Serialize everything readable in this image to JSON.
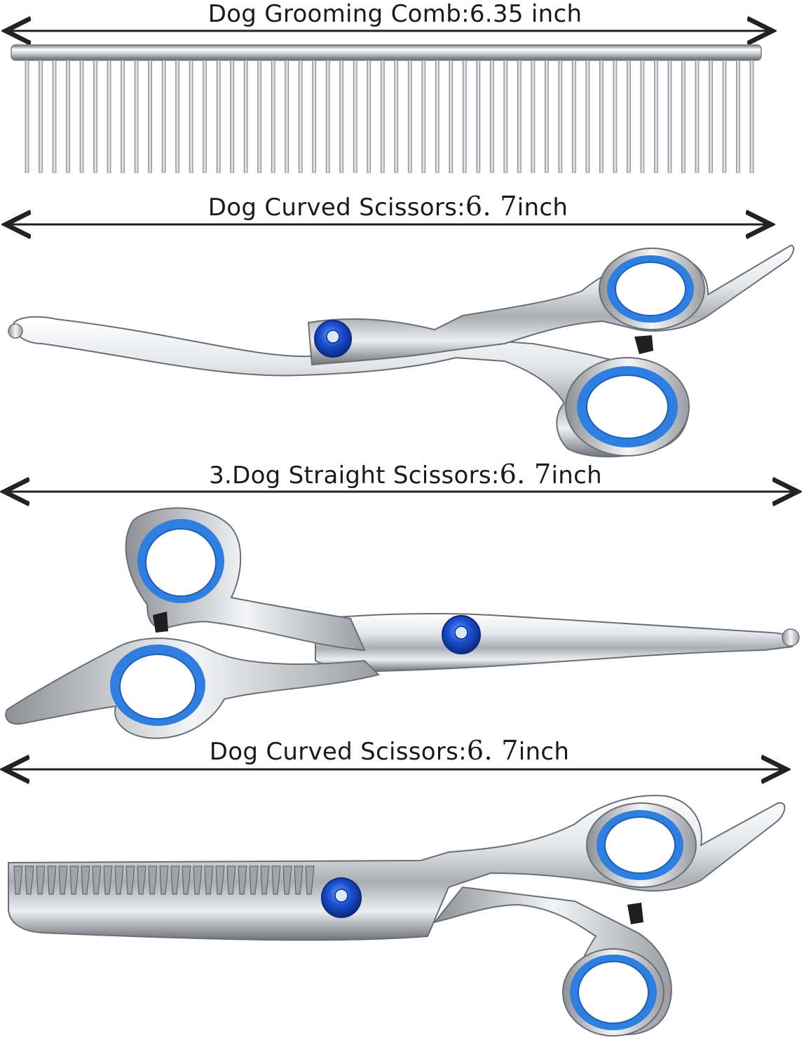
{
  "labels": {
    "comb": {
      "text": "Dog Grooming Comb:6.35 inch"
    },
    "curved_scissors_1": {
      "prefix": "Dog Curved Scissors:",
      "number": "6. 7",
      "unit": "inch"
    },
    "straight_scissors": {
      "prefix": "3.Dog Straight Scissors:",
      "number": "6. 7",
      "unit": "inch"
    },
    "curved_scissors_2": {
      "prefix": "Dog Curved Scissors:",
      "number": "6. 7",
      "unit": "inch"
    }
  },
  "colors": {
    "steel_light": "#f2f3f5",
    "steel_mid": "#b9bcc2",
    "steel_dark": "#5a5d63",
    "ring_blue": "#2f7fe0",
    "screw_blue": "#1a4fd0",
    "arrow": "#222222"
  },
  "icons": {
    "comb": "grooming-comb-icon",
    "curved_scissors": "curved-scissors-icon",
    "straight_scissors": "straight-scissors-icon",
    "thinning_scissors": "thinning-scissors-icon",
    "arrow": "double-headed-arrow-icon"
  }
}
